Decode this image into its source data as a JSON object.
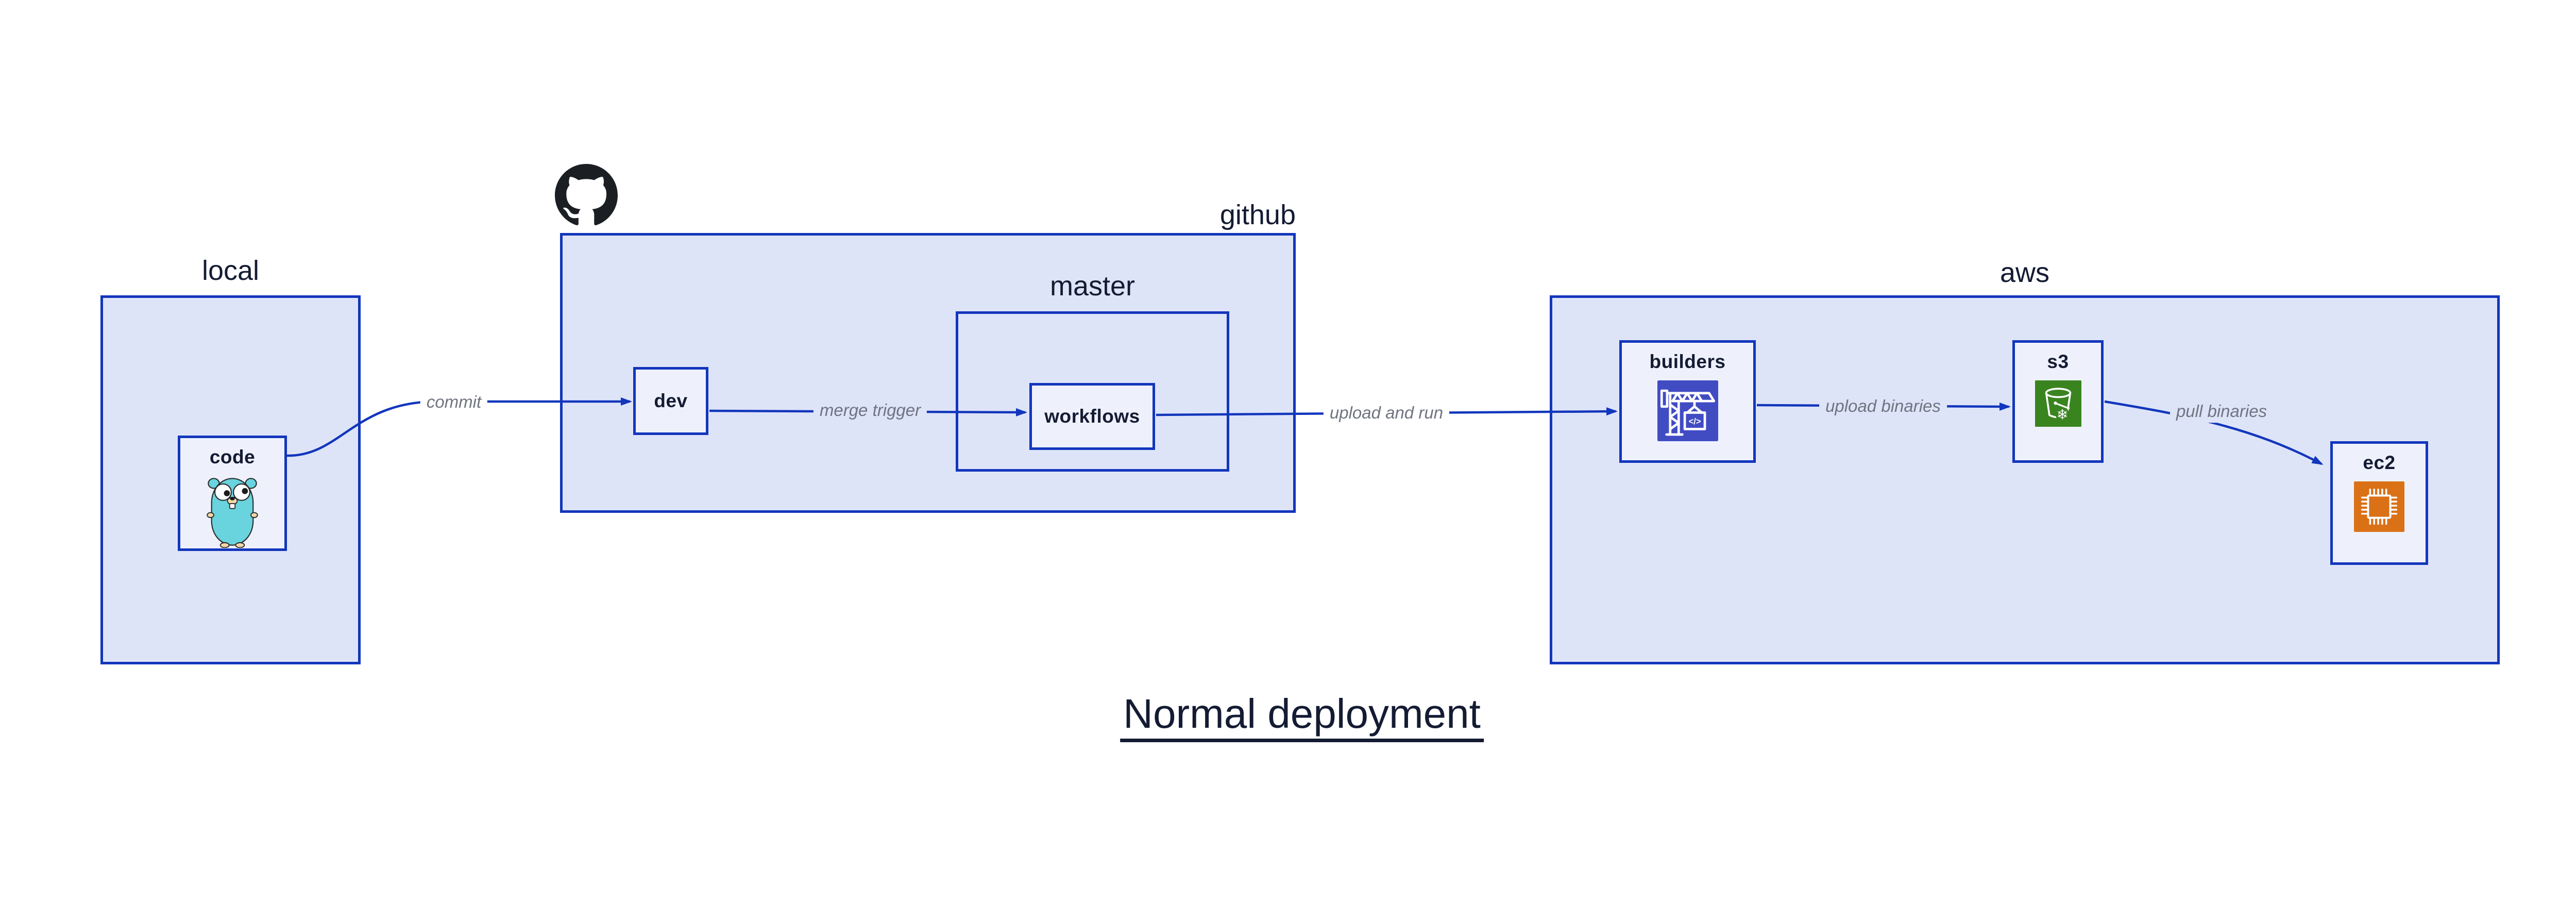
{
  "title": "Normal deployment",
  "colors": {
    "border": "#1236bc",
    "containerFill": "#dee4f8",
    "nodeFill": "#eef1fc",
    "ink": "#141b33",
    "edgeLabel": "#6f7480",
    "octocat": "#1b1f23",
    "buildersIcon": "#414cc3",
    "s3Icon": "#3a8420",
    "ec2Icon": "#db7117",
    "gopherBody": "#69d3de",
    "gopherTan": "#f4d7a8"
  },
  "containers": {
    "local": {
      "label": "local"
    },
    "github": {
      "label": "github"
    },
    "master": {
      "label": "master"
    },
    "aws": {
      "label": "aws"
    }
  },
  "nodes": {
    "code": {
      "label": "code"
    },
    "dev": {
      "label": "dev"
    },
    "workflows": {
      "label": "workflows"
    },
    "builders": {
      "label": "builders"
    },
    "s3": {
      "label": "s3"
    },
    "ec2": {
      "label": "ec2"
    }
  },
  "edges": {
    "commit": {
      "label": "commit"
    },
    "merge": {
      "label": "merge trigger"
    },
    "upload_run": {
      "label": "upload and run"
    },
    "upload_binaries": {
      "label": "upload binaries"
    },
    "pull_binaries": {
      "label": "pull binaries"
    }
  },
  "icons": {
    "octocat": "github-octocat-mark",
    "gopher": "go-gopher",
    "builders": "codebuild-crane",
    "s3": "s3-bucket-snowflake",
    "ec2": "ec2-chip",
    "codebuild_glyph": "</>",
    "snowflake_glyph": "❄"
  }
}
